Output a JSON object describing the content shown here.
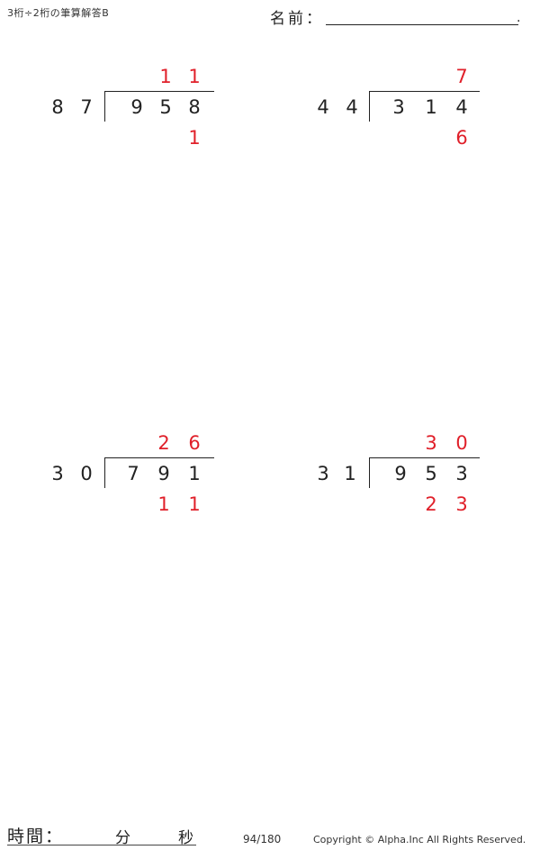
{
  "header": {
    "title": "3桁÷2桁の筆算解答B",
    "name_label": "名前：",
    "name_end": "."
  },
  "problems": [
    {
      "divisor": [
        "8",
        "7"
      ],
      "dividend": [
        "9",
        "5",
        "8"
      ],
      "quotient": [
        "1",
        "1"
      ],
      "remainder": [
        "1"
      ]
    },
    {
      "divisor": [
        "4",
        "4"
      ],
      "dividend": [
        "3",
        "1",
        "4"
      ],
      "quotient": [
        "7"
      ],
      "remainder": [
        "6"
      ]
    },
    {
      "divisor": [
        "3",
        "0"
      ],
      "dividend": [
        "7",
        "9",
        "1"
      ],
      "quotient": [
        "2",
        "6"
      ],
      "remainder": [
        "1",
        "1"
      ]
    },
    {
      "divisor": [
        "3",
        "1"
      ],
      "dividend": [
        "9",
        "5",
        "3"
      ],
      "quotient": [
        "3",
        "0"
      ],
      "remainder": [
        "2",
        "3"
      ]
    }
  ],
  "footer": {
    "time_label": "時間：",
    "minutes_label": "分",
    "seconds_label": "秒",
    "page": "94/180",
    "copyright": "Copyright © Alpha.Inc All Rights Reserved."
  },
  "colors": {
    "answer": "#e0202a",
    "text": "#222222"
  }
}
